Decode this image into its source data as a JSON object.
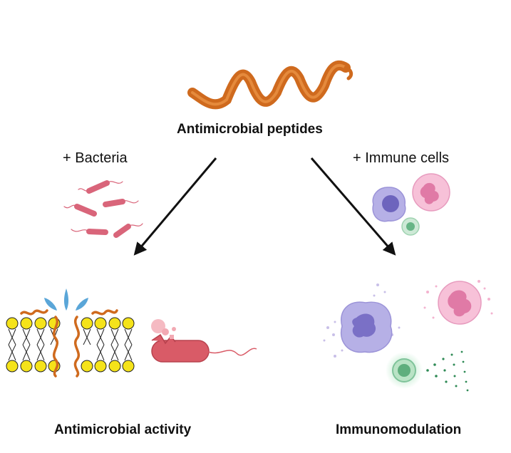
{
  "title": "Antimicrobial peptides",
  "left_branch": {
    "condition": "+ Bacteria",
    "outcome": "Antimicrobial activity"
  },
  "right_branch": {
    "condition": "+ Immune cells",
    "outcome": "Immunomodulation"
  },
  "colors": {
    "peptide": "#cf6a1e",
    "bacteria": "#d9657a",
    "membrane_head": "#f5e31a",
    "leak": "#5aa6d8",
    "monocyte": "#8e86cf",
    "neutrophil": "#ec9cc0",
    "lymphocyte": "#7fc39a",
    "arrow": "#111111"
  },
  "icons": [
    "helix-peptide-icon",
    "rod-bacteria-icon",
    "lipid-bilayer-icon",
    "damaged-bacterium-icon",
    "immune-cell-icon"
  ]
}
